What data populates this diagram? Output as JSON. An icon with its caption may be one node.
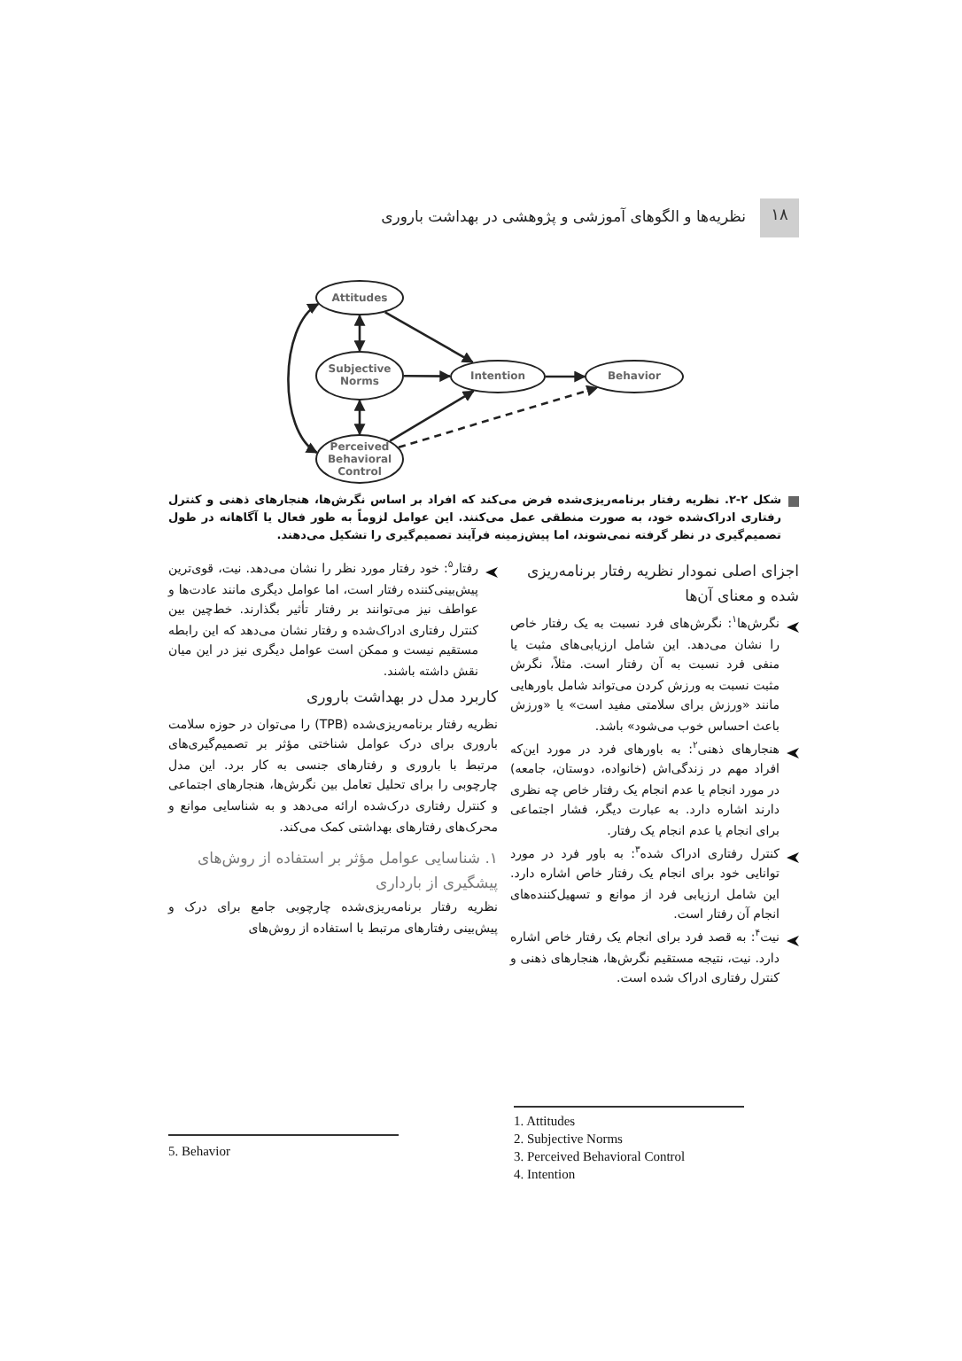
{
  "diagram": {
    "caption": "شکل ۲-۲. نظریه رفتار برنامه‌ریزی‌شده فرض می‌کند که افراد بر اساس نگرش‌ها، هنجارهای ذهنی و کنترل رفتاری ادراک‌شده خود، به صورت منطقی عمل می‌کنند. این عوامل لزوماً به طور فعال یا آگاهانه در طول تصمیم‌گیری در نظر گرفته نمی‌شوند، اما پیش‌زمینه فرآیند تصمیم‌گیری را تشکیل می‌دهند.",
    "nodes": [
      {
        "text": [
          "Attitudes"
        ]
      },
      {
        "text": [
          "Subjective Norms"
        ]
      },
      {
        "text": [
          "Perceived Behavioral Control"
        ]
      },
      {
        "text": [
          "Intention"
        ]
      },
      {
        "text": [
          "Behavior"
        ]
      }
    ],
    "edges": [
      {
        "from": 0,
        "to": 3,
        "arrow": "to"
      },
      {
        "from": 1,
        "to": 3,
        "arrow": "to"
      },
      {
        "from": 2,
        "to": 3,
        "arrow": "to"
      },
      {
        "from": 3,
        "to": 4,
        "arrow": "to"
      },
      {
        "from": 2,
        "to": 4,
        "arrow": "to",
        "style": "dashed"
      },
      {
        "from": 0,
        "to": 1,
        "arrow": "both"
      },
      {
        "from": 1,
        "to": 2,
        "arrow": "both"
      },
      {
        "from": 0,
        "to": 2,
        "arrow": "both"
      }
    ],
    "labels": [
      "۱۸",
      "نظریه‌ها و الگوهای آموزشی و پژوهشی در بهداشت باروری",
      "اجزای اصلی نمودار نظریه رفتار برنامه‌ریزی شده و معنای آن‌ها",
      "نگرش‌ها$^{۱}$: نگرش‌های فرد نسبت به یک رفتار خاص را نشان می‌دهد. این شامل ارزیابی‌های مثبت یا منفی فرد نسبت به آن رفتار است. مثلاً، نگرش مثبت نسبت به ورزش کردن می‌تواند شامل باورهایی مانند «ورزش برای سلامتی مفید است» یا «ورزش باعث احساس خوب می‌شود» باشد.",
      "هنجارهای ذهنی$^{۲}$: به باورهای فرد در مورد این‌که افراد مهم در زندگی‌اش (خانواده، دوستان، جامعه) در مورد انجام یا عدم انجام یک رفتار خاص چه نظری دارند اشاره دارد. به عبارت دیگر، فشار اجتماعی برای انجام یا عدم انجام یک رفتار.",
      "کنترل رفتاری ادراک شده$^{۳}$: به باور فرد در مورد توانایی خود برای انجام یک رفتار خاص اشاره دارد. این شامل ارزیابی فرد از موانع و تسهیل‌کننده‌های انجام آن رفتار است.",
      "نیت$^{۴}$: به قصد فرد برای انجام یک رفتار خاص اشاره دارد. نیت، نتیجه مستقیم نگرش‌ها، هنجارهای ذهنی و کنترل رفتاری ادراک شده است.",
      "رفتار$^{۵}$: خود رفتار مورد نظر را نشان می‌دهد. نیت، قوی‌ترین پیش‌بینی‌کننده رفتار است، اما عوامل دیگری مانند عادت‌ها و عواطف نیز می‌توانند بر رفتار تأثیر بگذارند. خط‌چین بین کنترل رفتاری ادراک‌شده و رفتار نشان می‌دهد که این رابطه مستقیم نیست و ممکن است عوامل دیگری نیز در این میان نقش داشته باشند.",
      "کاربرد مدل در بهداشت باروری",
      "نظریه رفتار برنامه‌ریزی‌شده (TPB) را می‌توان در حوزه سلامت باروری برای درک عوامل شناختی مؤثر بر تصمیم‌گیری‌های مرتبط با باروری و رفتارهای جنسی به کار برد. این مدل چارچوبی را برای تحلیل تعامل بین نگرش‌ها، هنجارهای اجتماعی و کنترل رفتاری درک‌شده ارائه می‌دهد و به شناسایی موانع و محرک‌های رفتارهای بهداشتی کمک می‌کند.",
      "۱. شناسایی عوامل مؤثر بر استفاده از روش‌های پیشگیری از بارداری",
      "نظریه رفتار برنامه‌ریزی‌شده چارچوبی جامع برای درک و پیش‌بینی رفتارهای مرتبط با استفاده از روش‌های",
      "1. Attitudes",
      "2. Subjective Norms",
      "3. Perceived Behavioral Control",
      "4. Intention",
      "5. Behavior"
    ]
  }
}
